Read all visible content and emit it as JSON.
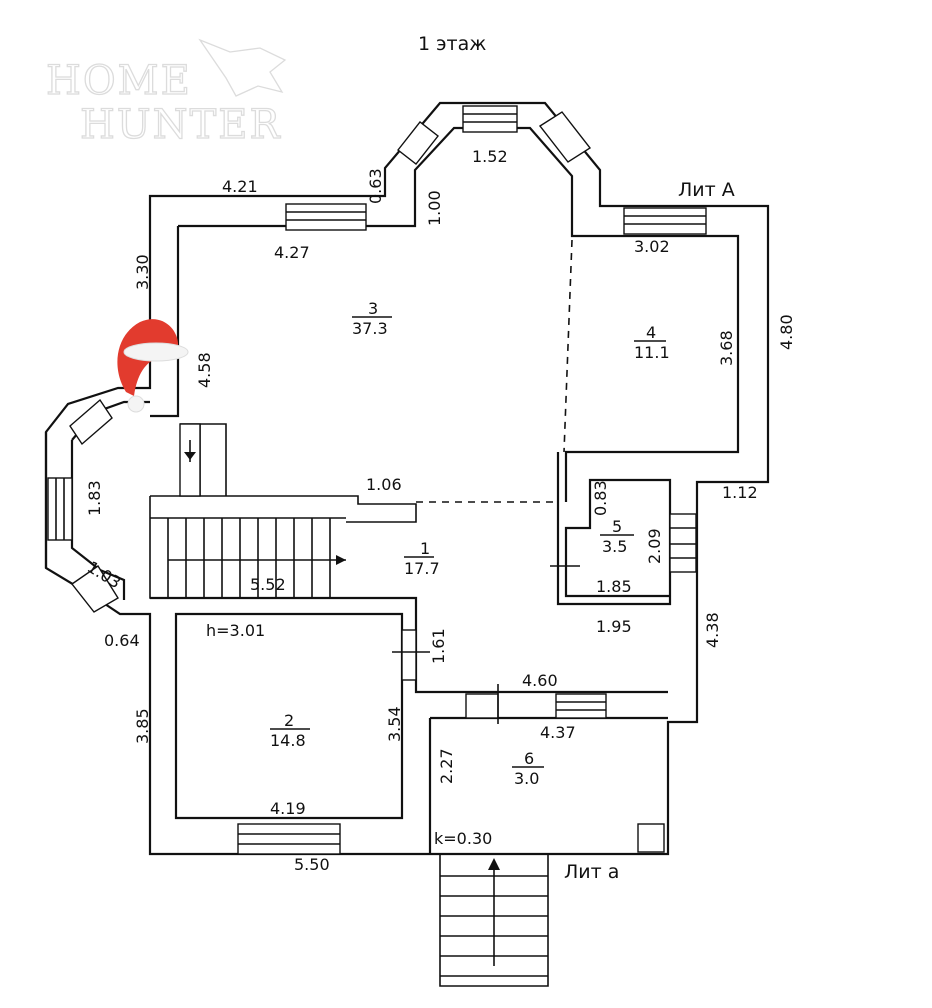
{
  "title": "1 этаж",
  "watermark": {
    "line1": "HOME",
    "line2": "HUNTER"
  },
  "lit_labels": {
    "main": "Лит А",
    "annex": "Лит а"
  },
  "rooms": [
    {
      "id": "room-1",
      "number": "1",
      "area": "17.7"
    },
    {
      "id": "room-2",
      "number": "2",
      "area": "14.8"
    },
    {
      "id": "room-3",
      "number": "3",
      "area": "37.3"
    },
    {
      "id": "room-4",
      "number": "4",
      "area": "11.1"
    },
    {
      "id": "room-5",
      "number": "5",
      "area": "3.5"
    },
    {
      "id": "room-6",
      "number": "6",
      "area": "3.0"
    }
  ],
  "notes": {
    "height": "h=3.01",
    "k": "k=0.30"
  },
  "dimensions": {
    "d421": "4.21",
    "d063": "0.63",
    "d152": "1.52",
    "d100": "1.00",
    "d427": "4.27",
    "d330": "3.30",
    "d302": "3.02",
    "d480": "4.80",
    "d368": "3.68",
    "d458": "4.58",
    "d183": "1.83",
    "d106": "1.06",
    "d083": "0.83",
    "d112": "1.12",
    "d209": "2.09",
    "d103": "1.03",
    "d552": "5.52",
    "d185": "1.85",
    "d064": "0.64",
    "d161": "1.61",
    "d195": "1.95",
    "d438": "4.38",
    "d301": "h=3.01",
    "d460": "4.60",
    "d385": "3.85",
    "d354": "3.54",
    "d437": "4.37",
    "d227": "2.27",
    "d419": "4.19",
    "d550": "5.50"
  }
}
